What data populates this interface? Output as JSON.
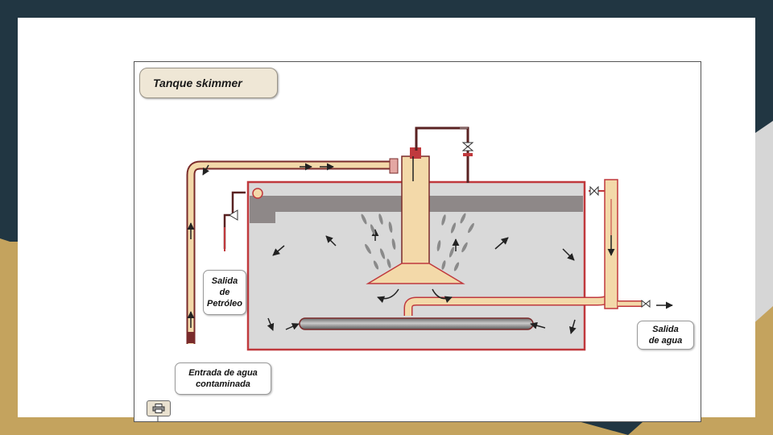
{
  "title": "Tanque skimmer",
  "labels": {
    "oil_outlet": [
      "Salida",
      "de",
      "Petróleo"
    ],
    "water_outlet": [
      "Salida",
      "de agua"
    ],
    "inlet": [
      "Entrada de agua",
      "contaminada"
    ]
  },
  "icons": {
    "print": "printer-icon"
  },
  "colors": {
    "slide_dark": "#213642",
    "slide_gold": "#c4a35e",
    "tank_border": "#c0393d",
    "oil_layer": "#8e8888",
    "water": "#d9d9d9",
    "pipe": "#f3d9a9"
  }
}
